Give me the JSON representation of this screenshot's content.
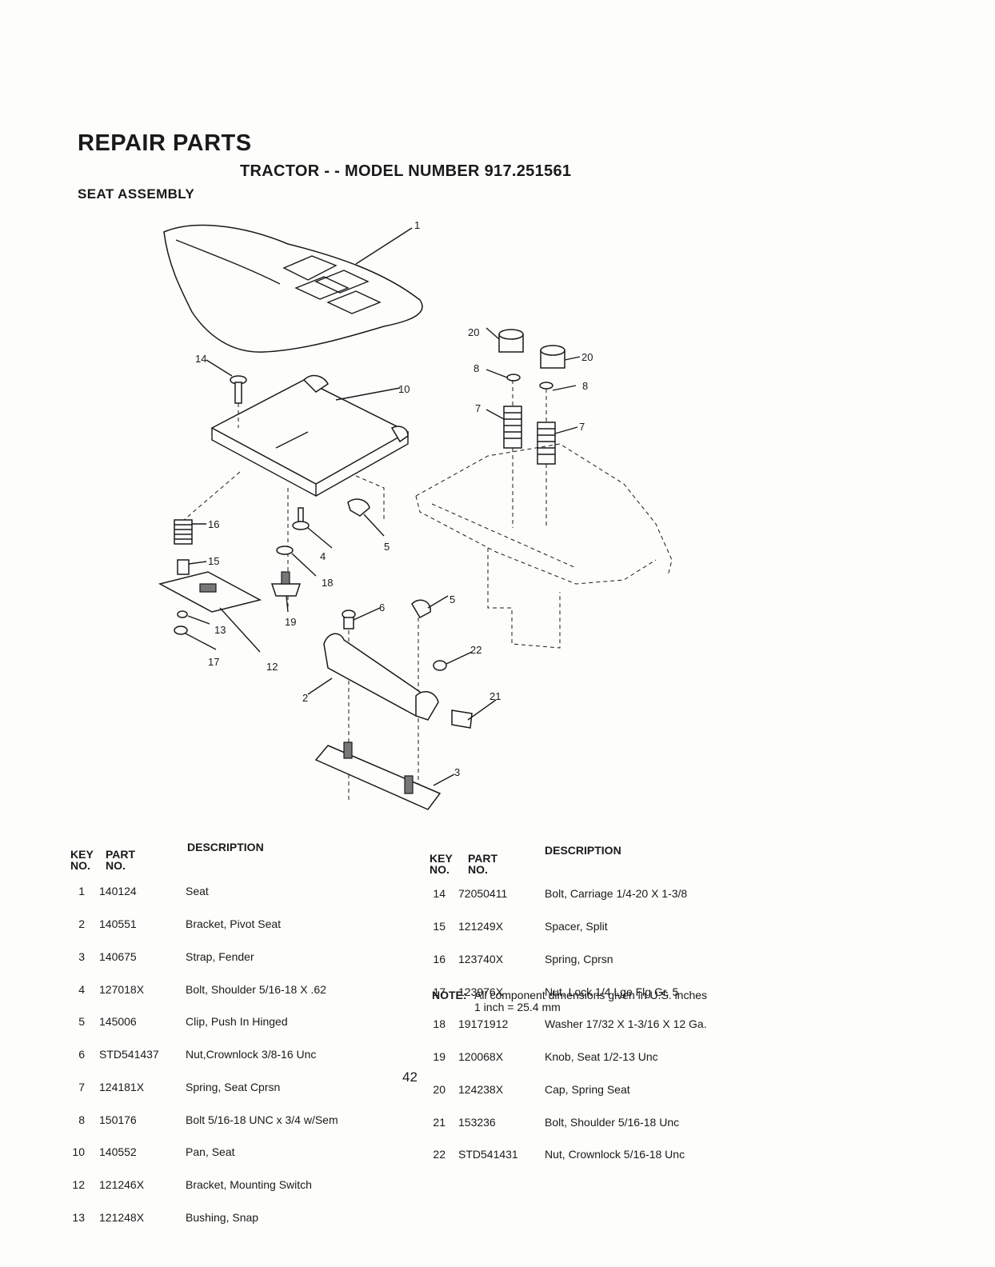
{
  "header": {
    "title": "REPAIR PARTS",
    "subtitle": "TRACTOR - - MODEL NUMBER 917.251561",
    "section": "SEAT ASSEMBLY"
  },
  "diagram": {
    "callouts": [
      "1",
      "14",
      "10",
      "20",
      "20",
      "8",
      "8",
      "7",
      "7",
      "16",
      "15",
      "4",
      "5",
      "18",
      "19",
      "13",
      "17",
      "12",
      "6",
      "5",
      "22",
      "21",
      "2",
      "3"
    ]
  },
  "table_left": {
    "headers": {
      "key_line1": "KEY",
      "key_line2": "NO.",
      "part_line1": "PART",
      "part_line2": "NO.",
      "description": "DESCRIPTION"
    },
    "rows": [
      {
        "key": "1",
        "part": "140124",
        "description": "Seat"
      },
      {
        "key": "2",
        "part": "140551",
        "description": "Bracket, Pivot Seat"
      },
      {
        "key": "3",
        "part": "140675",
        "description": "Strap, Fender"
      },
      {
        "key": "4",
        "part": "127018X",
        "description": "Bolt, Shoulder 5/16-18 X .62"
      },
      {
        "key": "5",
        "part": "145006",
        "description": "Clip, Push In Hinged"
      },
      {
        "key": "6",
        "part": "STD541437",
        "description": "Nut,Crownlock 3/8-16 Unc"
      },
      {
        "key": "7",
        "part": "124181X",
        "description": "Spring, Seat Cprsn"
      },
      {
        "key": "8",
        "part": "150176",
        "description": "Bolt 5/16-18 UNC x 3/4 w/Sem"
      },
      {
        "key": "10",
        "part": "140552",
        "description": "Pan, Seat"
      },
      {
        "key": "12",
        "part": "121246X",
        "description": "Bracket, Mounting Switch"
      },
      {
        "key": "13",
        "part": "121248X",
        "description": "Bushing, Snap"
      }
    ]
  },
  "table_right": {
    "headers": {
      "key_line1": "KEY",
      "key_line2": "NO.",
      "part_line1": "PART",
      "part_line2": "NO.",
      "description": "DESCRIPTION"
    },
    "rows": [
      {
        "key": "14",
        "part": "72050411",
        "description": "Bolt, Carriage 1/4-20 X 1-3/8"
      },
      {
        "key": "15",
        "part": "121249X",
        "description": "Spacer, Split"
      },
      {
        "key": "16",
        "part": "123740X",
        "description": "Spring, Cprsn"
      },
      {
        "key": "17",
        "part": "123976X",
        "description": "Nut, Lock 1/4 Lge Flg Gr. 5"
      },
      {
        "key": "18",
        "part": "19171912",
        "description": "Washer 17/32 X 1-3/16 X 12 Ga."
      },
      {
        "key": "19",
        "part": "120068X",
        "description": "Knob, Seat 1/2-13 Unc"
      },
      {
        "key": "20",
        "part": "124238X",
        "description": "Cap, Spring Seat"
      },
      {
        "key": "21",
        "part": "153236",
        "description": "Bolt, Shoulder 5/16-18 Unc"
      },
      {
        "key": "22",
        "part": "STD541431",
        "description": "Nut, Crownlock 5/16-18 Unc"
      }
    ]
  },
  "note": {
    "label": "NOTE:",
    "line1": "All component dimensions given in U.S. inches",
    "line2": "1 inch = 25.4 mm"
  },
  "page_number": "42"
}
